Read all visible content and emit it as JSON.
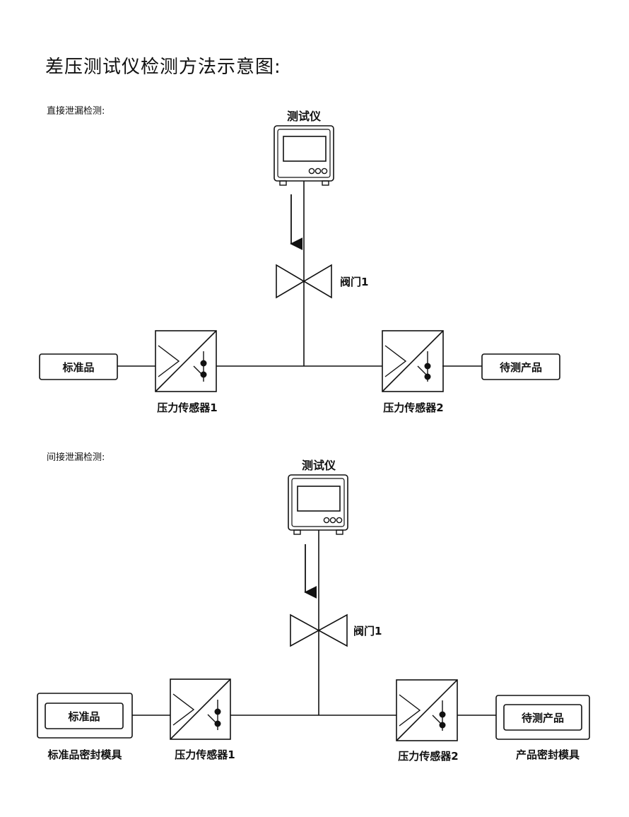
{
  "page": {
    "title": "差压测试仪检测方法示意图:"
  },
  "direct": {
    "section_label": "直接泄漏检测:",
    "tester_label": "测试仪",
    "valve_label": "阀门1",
    "standard_label": "标准品",
    "product_label": "待测产品",
    "sensor1_label": "压力传感器1",
    "sensor2_label": "压力传感器2"
  },
  "indirect": {
    "section_label": "间接泄漏检测:",
    "tester_label": "测试仪",
    "valve_label": "阀门1",
    "standard_label": "标准品",
    "product_label": "待测产品",
    "sensor1_label": "压力传感器1",
    "sensor2_label": "压力传感器2",
    "standard_fixture_label": "标准品密封模具",
    "product_fixture_label": "产品密封模具"
  }
}
